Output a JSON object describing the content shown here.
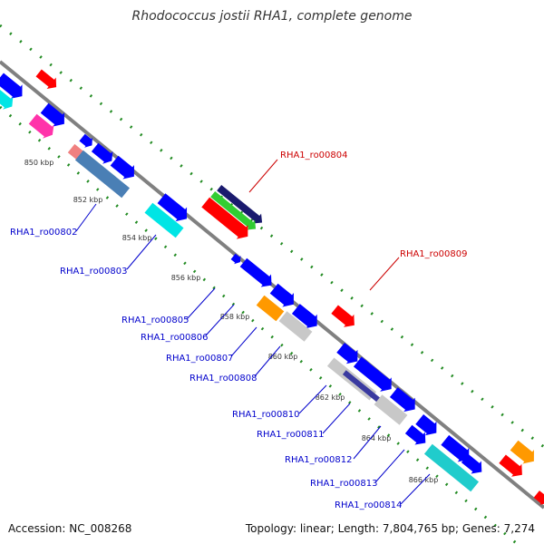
{
  "title": "Rhodococcus jostii RHA1, complete genome",
  "accession": "Accession: NC_008268",
  "topology": "Topology: linear; Length: 7,804,765 bp; Genes: 7,274",
  "ticks": [
    "850 kbp",
    "852 kbp",
    "854 kbp",
    "856 kbp",
    "858 kbp",
    "860 kbp",
    "862 kbp",
    "864 kbp",
    "866 kbp"
  ],
  "gene_labels": [
    "RHA1_ro00802",
    "RHA1_ro00803",
    "RHA1_ro00804",
    "RHA1_ro00805",
    "RHA1_ro00806",
    "RHA1_ro00807",
    "RHA1_ro00808",
    "RHA1_ro00809",
    "RHA1_ro00810",
    "RHA1_ro00811",
    "RHA1_ro00812",
    "RHA1_ro00813",
    "RHA1_ro00814"
  ],
  "colors": {
    "backbone": "#808080",
    "dots": "#228B22",
    "label_blue": "#0000CC",
    "label_red": "#CC0000",
    "leader_blue": "#0000CC",
    "leader_red": "#CC0000"
  }
}
